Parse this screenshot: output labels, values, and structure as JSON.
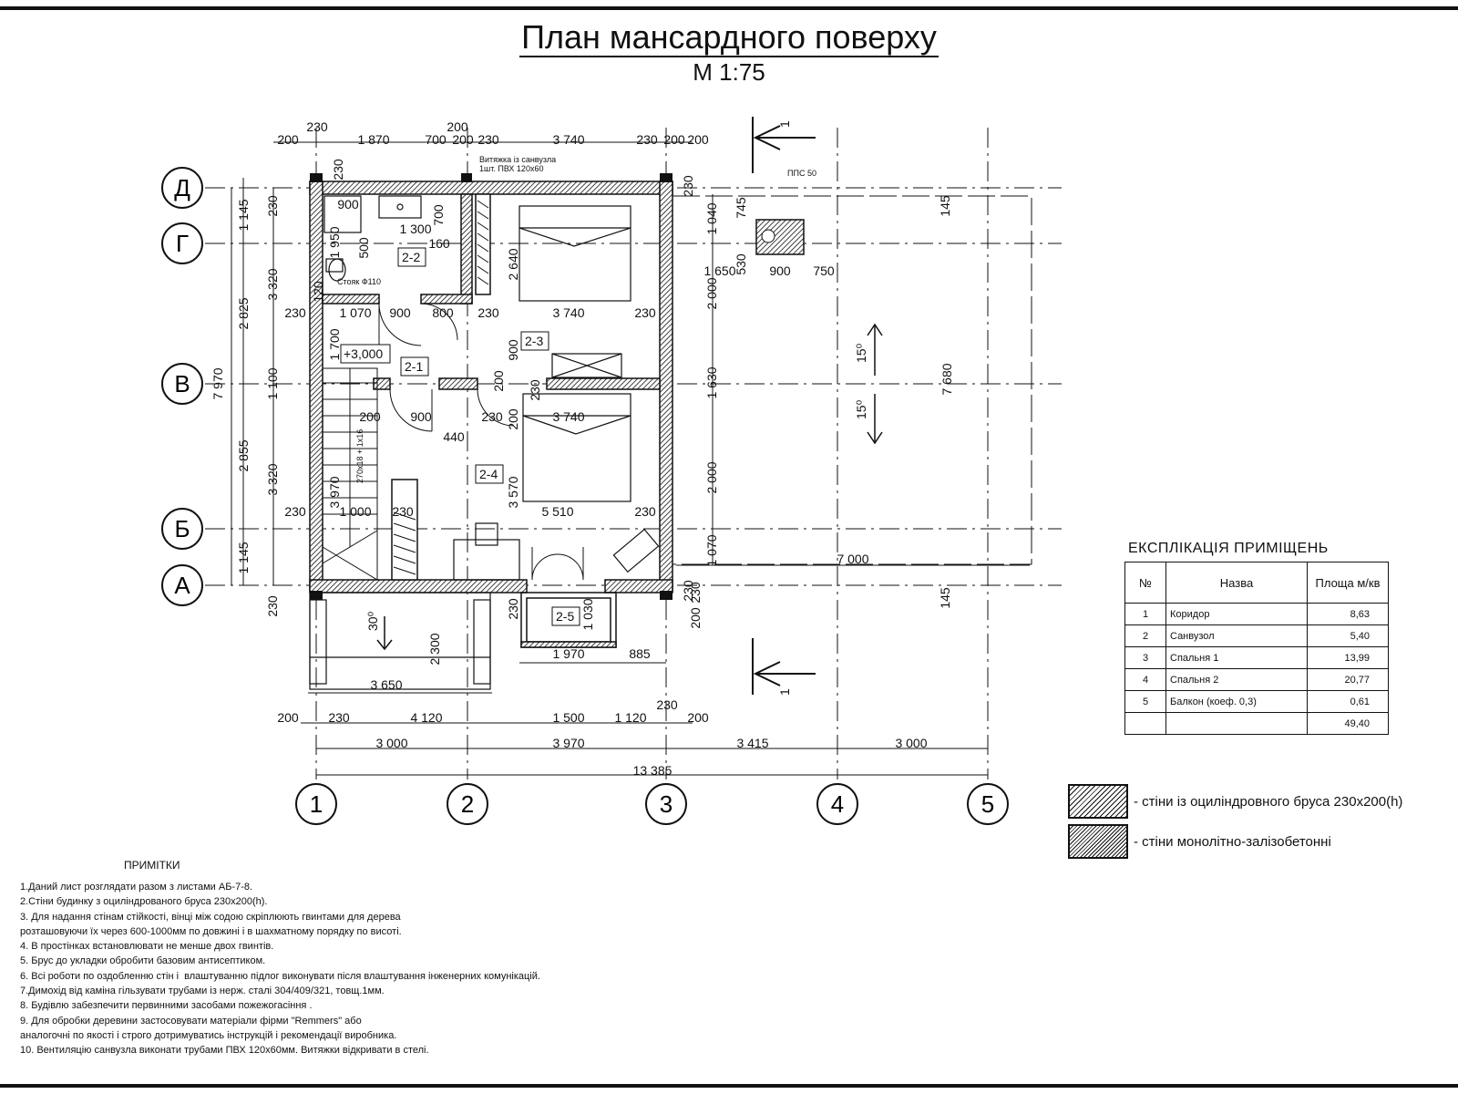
{
  "title": "План мансардного поверху",
  "scale": "М 1:75",
  "axes_letters": [
    "Д",
    "Г",
    "В",
    "Б",
    "А"
  ],
  "axes_numbers": [
    "1",
    "2",
    "3",
    "4",
    "5"
  ],
  "section_mark": "1",
  "rooms": [
    "2-1",
    "2-2",
    "2-3",
    "2-4",
    "2-5"
  ],
  "level_mark": "+3,000",
  "labels": {
    "vent": "Витяжка із санвузла",
    "vent2": "1шт. ПВХ 120х60",
    "stoyak": "Стояк Ф110",
    "pps": "ППС 50",
    "stairs": "270х18 + 1х16",
    "slope_15a": "15⁰",
    "slope_15b": "15⁰",
    "slope_30": "30⁰"
  },
  "dims_top": [
    "230",
    "200",
    "200",
    "1 870",
    "700",
    "200",
    "230",
    "3 740",
    "230",
    "200",
    "200"
  ],
  "dims_bottom_row1": [
    "200",
    "230",
    "4 120",
    "1 500",
    "1 120",
    "230",
    "200"
  ],
  "dims_bottom_row2": [
    "3 000",
    "3 970",
    "3 415",
    "3 000"
  ],
  "dims_total": "13 385",
  "dims_left_outer": [
    "1 145",
    "2 825",
    "1 100",
    "2 855",
    "1 145",
    "7 970"
  ],
  "dims_left_inner": [
    "230",
    "3 320",
    "3 320",
    "230"
  ],
  "dims_interior": [
    "900",
    "900",
    "1 950",
    "500",
    "1 300",
    "160",
    "700",
    "230",
    "2 640",
    "120",
    "1 070",
    "900",
    "800",
    "230",
    "3 740",
    "230",
    "1 700",
    "900",
    "200",
    "1 100",
    "3 740",
    "900",
    "230",
    "200",
    "440",
    "230",
    "200",
    "3 970",
    "3 570",
    "1 000",
    "230",
    "5 510",
    "230",
    "2 000",
    "1 040",
    "230",
    "1 630",
    "2 000",
    "1 070",
    "230",
    "745",
    "530",
    "1 650",
    "900",
    "750",
    "145",
    "7 680",
    "7 000",
    "145",
    "230",
    "200",
    "230",
    "1 030",
    "2 300",
    "3 650",
    "1 970",
    "885",
    "230",
    "200"
  ],
  "explication": {
    "title": "ЕКСПЛІКАЦІЯ ПРИМІЩЕНЬ",
    "headers": [
      "№",
      "Назва",
      "Площа м/кв"
    ],
    "rows": [
      [
        "1",
        "Коридор",
        "8,63"
      ],
      [
        "2",
        "Санвузол",
        "5,40"
      ],
      [
        "3",
        "Спальня 1",
        "13,99"
      ],
      [
        "4",
        "Спальня 2",
        "20,77"
      ],
      [
        "5",
        "Балкон (коеф. 0,3)",
        "0,61"
      ],
      [
        "",
        "",
        "49,40"
      ]
    ]
  },
  "legend": [
    "- стіни із оциліндровного бруса 230х200(h)",
    "- стіни монолітно-залізобетонні"
  ],
  "notes_title": "ПРИМІТКИ",
  "notes": [
    "1.Даний лист розглядати разом з листами АБ-7-8.",
    "2.Стіни будинку з оциліндрованого бруса 230х200(h).",
    "3. Для надання стінам стійкості, вінці між содою скріплюють гвинтами для дерева",
    "розташовуючи їх через 600-1000мм по довжині і в шахматному порядку по висоті.",
    "4. В простінках встановлювати не менше двох гвинтів.",
    "5. Брус до укладки обробити базовим антисептиком.",
    "6. Всі роботи по оздобленню стін і  влаштуванню підлог виконувати після влаштування інженерних комунікацій.",
    "7.Димохід від каміна гільзувати трубами із нерж. сталі 304/409/321, товщ.1мм.",
    "8. Будівлю забезпечити первинними засобами пожежогасіння .",
    "9. Для обробки деревини застосовувати матеріали фірми \"Remmers\" або",
    "аналогочні по якості і строго дотримуватись інструкцій і рекомендації виробника.",
    "10. Вентиляцію санвузла виконати трубами ПВХ 120х60мм. Витяжки відкривати в стелі."
  ]
}
